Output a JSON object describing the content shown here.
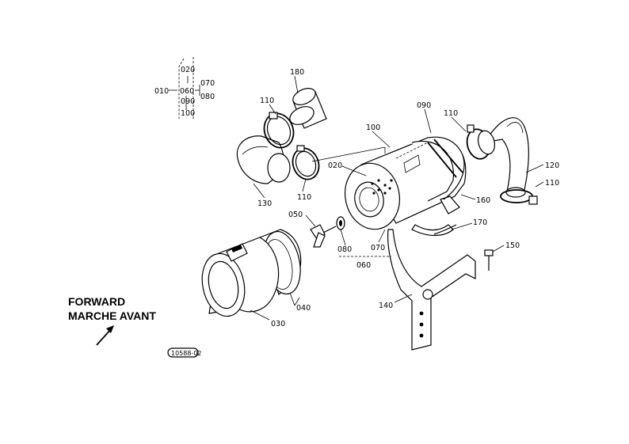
{
  "direction": {
    "line1": "FORWARD",
    "line2": "MARCHE AVANT"
  },
  "stamp": "10588-02",
  "legend": {
    "l010": "010",
    "l020": "020",
    "l060": "060",
    "l070": "070",
    "l080": "080",
    "l090": "090",
    "l100": "100"
  },
  "callouts": {
    "c180": "180",
    "c110a": "110",
    "c130": "130",
    "c110b": "110",
    "c100": "100",
    "c090": "090",
    "c110c": "110",
    "c120": "120",
    "c110d": "110",
    "c020": "020",
    "c160": "160",
    "c170": "170",
    "c050": "050",
    "c080": "080",
    "c070": "070",
    "c060": "060",
    "c150": "150",
    "c140": "140",
    "c040": "040",
    "c030": "030"
  }
}
